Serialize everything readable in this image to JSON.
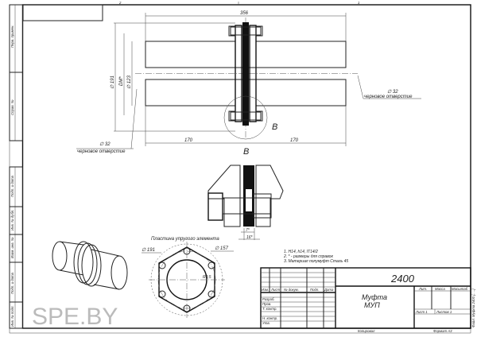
{
  "zone_marks": {
    "top_left": "2",
    "top_right": "1"
  },
  "side_stamps": [
    "Перв. примен.",
    "Справ. №",
    "Подп. и дата",
    "Инв. № дубл.",
    "Взам. инв. №",
    "Подп. и дата",
    "Инв. № подл."
  ],
  "main_view": {
    "overall_length": "356",
    "dia_outer": "∅ 191",
    "dia_flange": "DM*",
    "dia_hub": "∅ 123",
    "half_length_left": "170",
    "half_length_right": "170",
    "bore_left_dia": "∅ 32",
    "bore_left_note": "черновое отверстие",
    "bore_right_dia": "∅ 32",
    "bore_right_note": "черновое отверстие",
    "detail_callout": "B"
  },
  "detail_view": {
    "title": "B",
    "dim_gap": "7*",
    "dim_width": "16*"
  },
  "plate_view": {
    "title": "Пластина упругого элемента",
    "dia_outer": "∅ 191",
    "dia_bolt": "∅ 157",
    "radius": "R0,5"
  },
  "notes": [
    "1. H14, h14, IT14/2",
    "2. * - размеры для справок",
    "3. Материал полумуфт Сталь 45"
  ],
  "title_block": {
    "designation": "2400",
    "name_line1": "Муфта",
    "name_line2": "МУП",
    "headers": [
      "Изм.",
      "Лист",
      "№ докум.",
      "Подп.",
      "Дата"
    ],
    "roles": [
      "Разраб.",
      "Пров.",
      "Т. контр.",
      "Н. контр.",
      "Утв."
    ],
    "lit_label": "Лит.",
    "mass_label": "Масса",
    "scale_label": "Масштаб",
    "sheet": "Лист 1",
    "sheets": "Листов 1",
    "copied": "Копировал",
    "format": "Формат A3",
    "side_label": "Файл: Муфта 2400 [.. ..]"
  },
  "watermark": "SPE.BY"
}
